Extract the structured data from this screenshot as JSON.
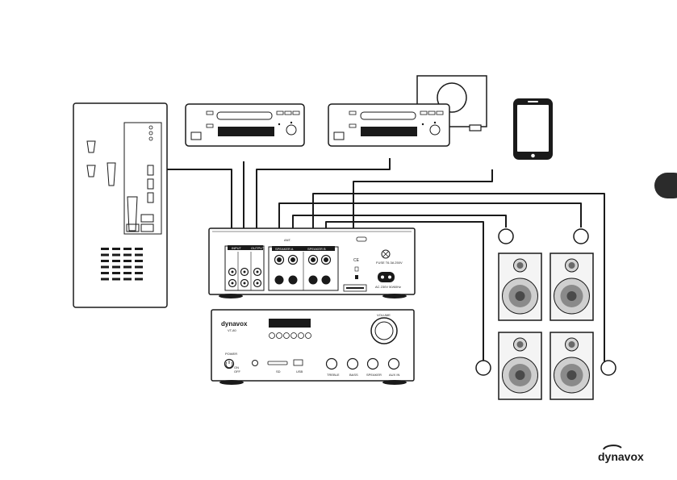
{
  "brand": {
    "name": "dynavox"
  },
  "amplifier": {
    "brand": "dynavox",
    "model": "VT-80",
    "front": {
      "volume_label": "VOLUME",
      "power_label": "POWER",
      "power_on": "ON",
      "power_off": "OFF",
      "sd_label": "SD",
      "usb_label": "USB",
      "treble_label": "TREBLE",
      "bass_label": "BASS",
      "speaker_label": "SPEAKER",
      "aux_label": "AUX IN"
    },
    "rear": {
      "input_header": "INPUT",
      "output_header": "OUTPUT",
      "speaker_header_a": "SPEAKER A",
      "speaker_header_b": "SPEAKER B",
      "fuse_label": "FUSE T6.3A 250V",
      "mains_label": "AC 230V 50/60Hz",
      "ant_label": "ANT."
    }
  }
}
